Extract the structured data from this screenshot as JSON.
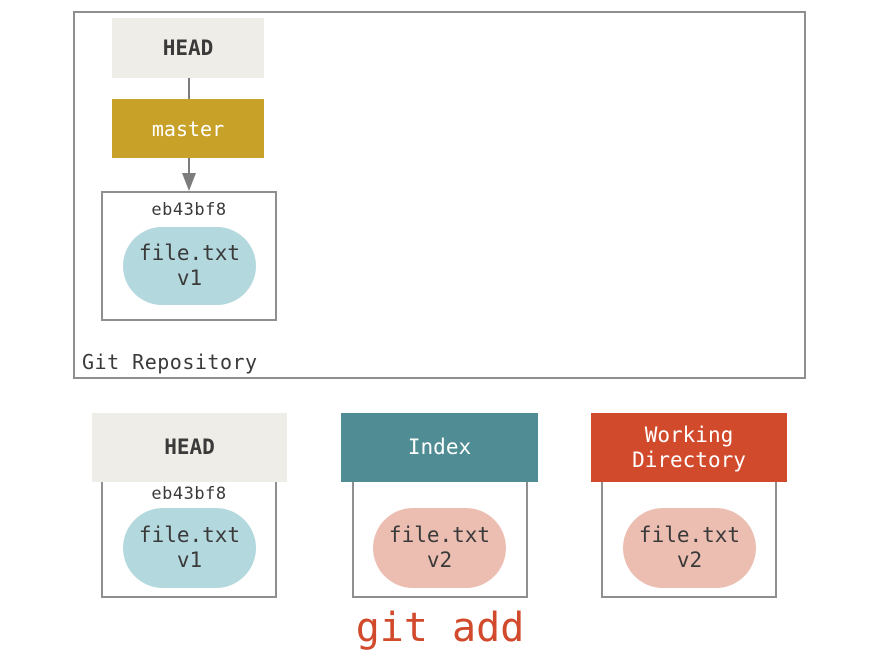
{
  "repository": {
    "label": "Git Repository",
    "head_ref": "HEAD",
    "branch_ref": "master",
    "commit": {
      "hash": "eb43bf8",
      "file_name": "file.txt",
      "file_version": "v1"
    }
  },
  "trees": {
    "head": {
      "title": "HEAD",
      "hash": "eb43bf8",
      "file_name": "file.txt",
      "file_version": "v1"
    },
    "index": {
      "title": "Index",
      "file_name": "file.txt",
      "file_version": "v2"
    },
    "working_directory": {
      "title_line1": "Working",
      "title_line2": "Directory",
      "file_name": "file.txt",
      "file_version": "v2"
    }
  },
  "command": "git add",
  "colors": {
    "head_bg": "#efede7",
    "master_bg": "#c8a129",
    "index_bg": "#4f8c94",
    "working_bg": "#d24a2c",
    "blob_v1": "#b3d8de",
    "blob_v2": "#ecbdb1",
    "command_text": "#d24a2c",
    "border": "#8f8f8f"
  }
}
